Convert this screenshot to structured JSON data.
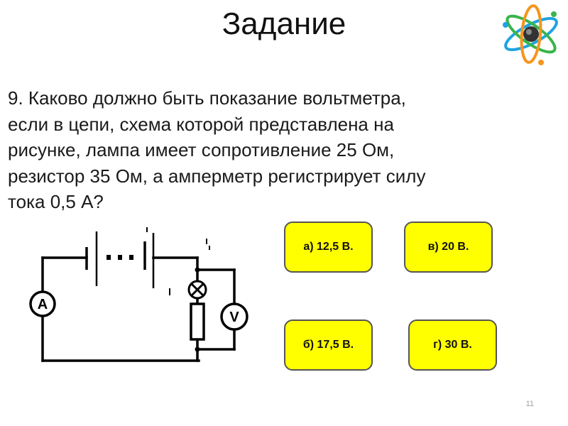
{
  "slide": {
    "title": "Задание",
    "question_lines": [
      "9. Каково должно быть показание вольтметра,",
      "если в цепи, схема которой представлена на",
      "рисунке, лампа имеет сопротивление 25 Ом,",
      "резистор 35 Ом, а амперметр регистрирует силу",
      "тока 0,5 А?"
    ],
    "answers": [
      {
        "label": "а) 12,5 В."
      },
      {
        "label": "в) 20 В."
      },
      {
        "label": "б) 17,5 В."
      },
      {
        "label": "г) 30 В."
      }
    ],
    "page_number": "11"
  },
  "circuit": {
    "ammeter_symbol": "A",
    "voltmeter_symbol": "V"
  },
  "colors": {
    "answer_fill": "#ffff00",
    "answer_border": "#555555",
    "atom_orbit_blue": "#1fa3e0",
    "atom_orbit_green": "#39b54a",
    "atom_orbit_orange": "#f7941d",
    "atom_nucleus": "#333333"
  },
  "icons": {
    "logo": "atom-icon"
  }
}
